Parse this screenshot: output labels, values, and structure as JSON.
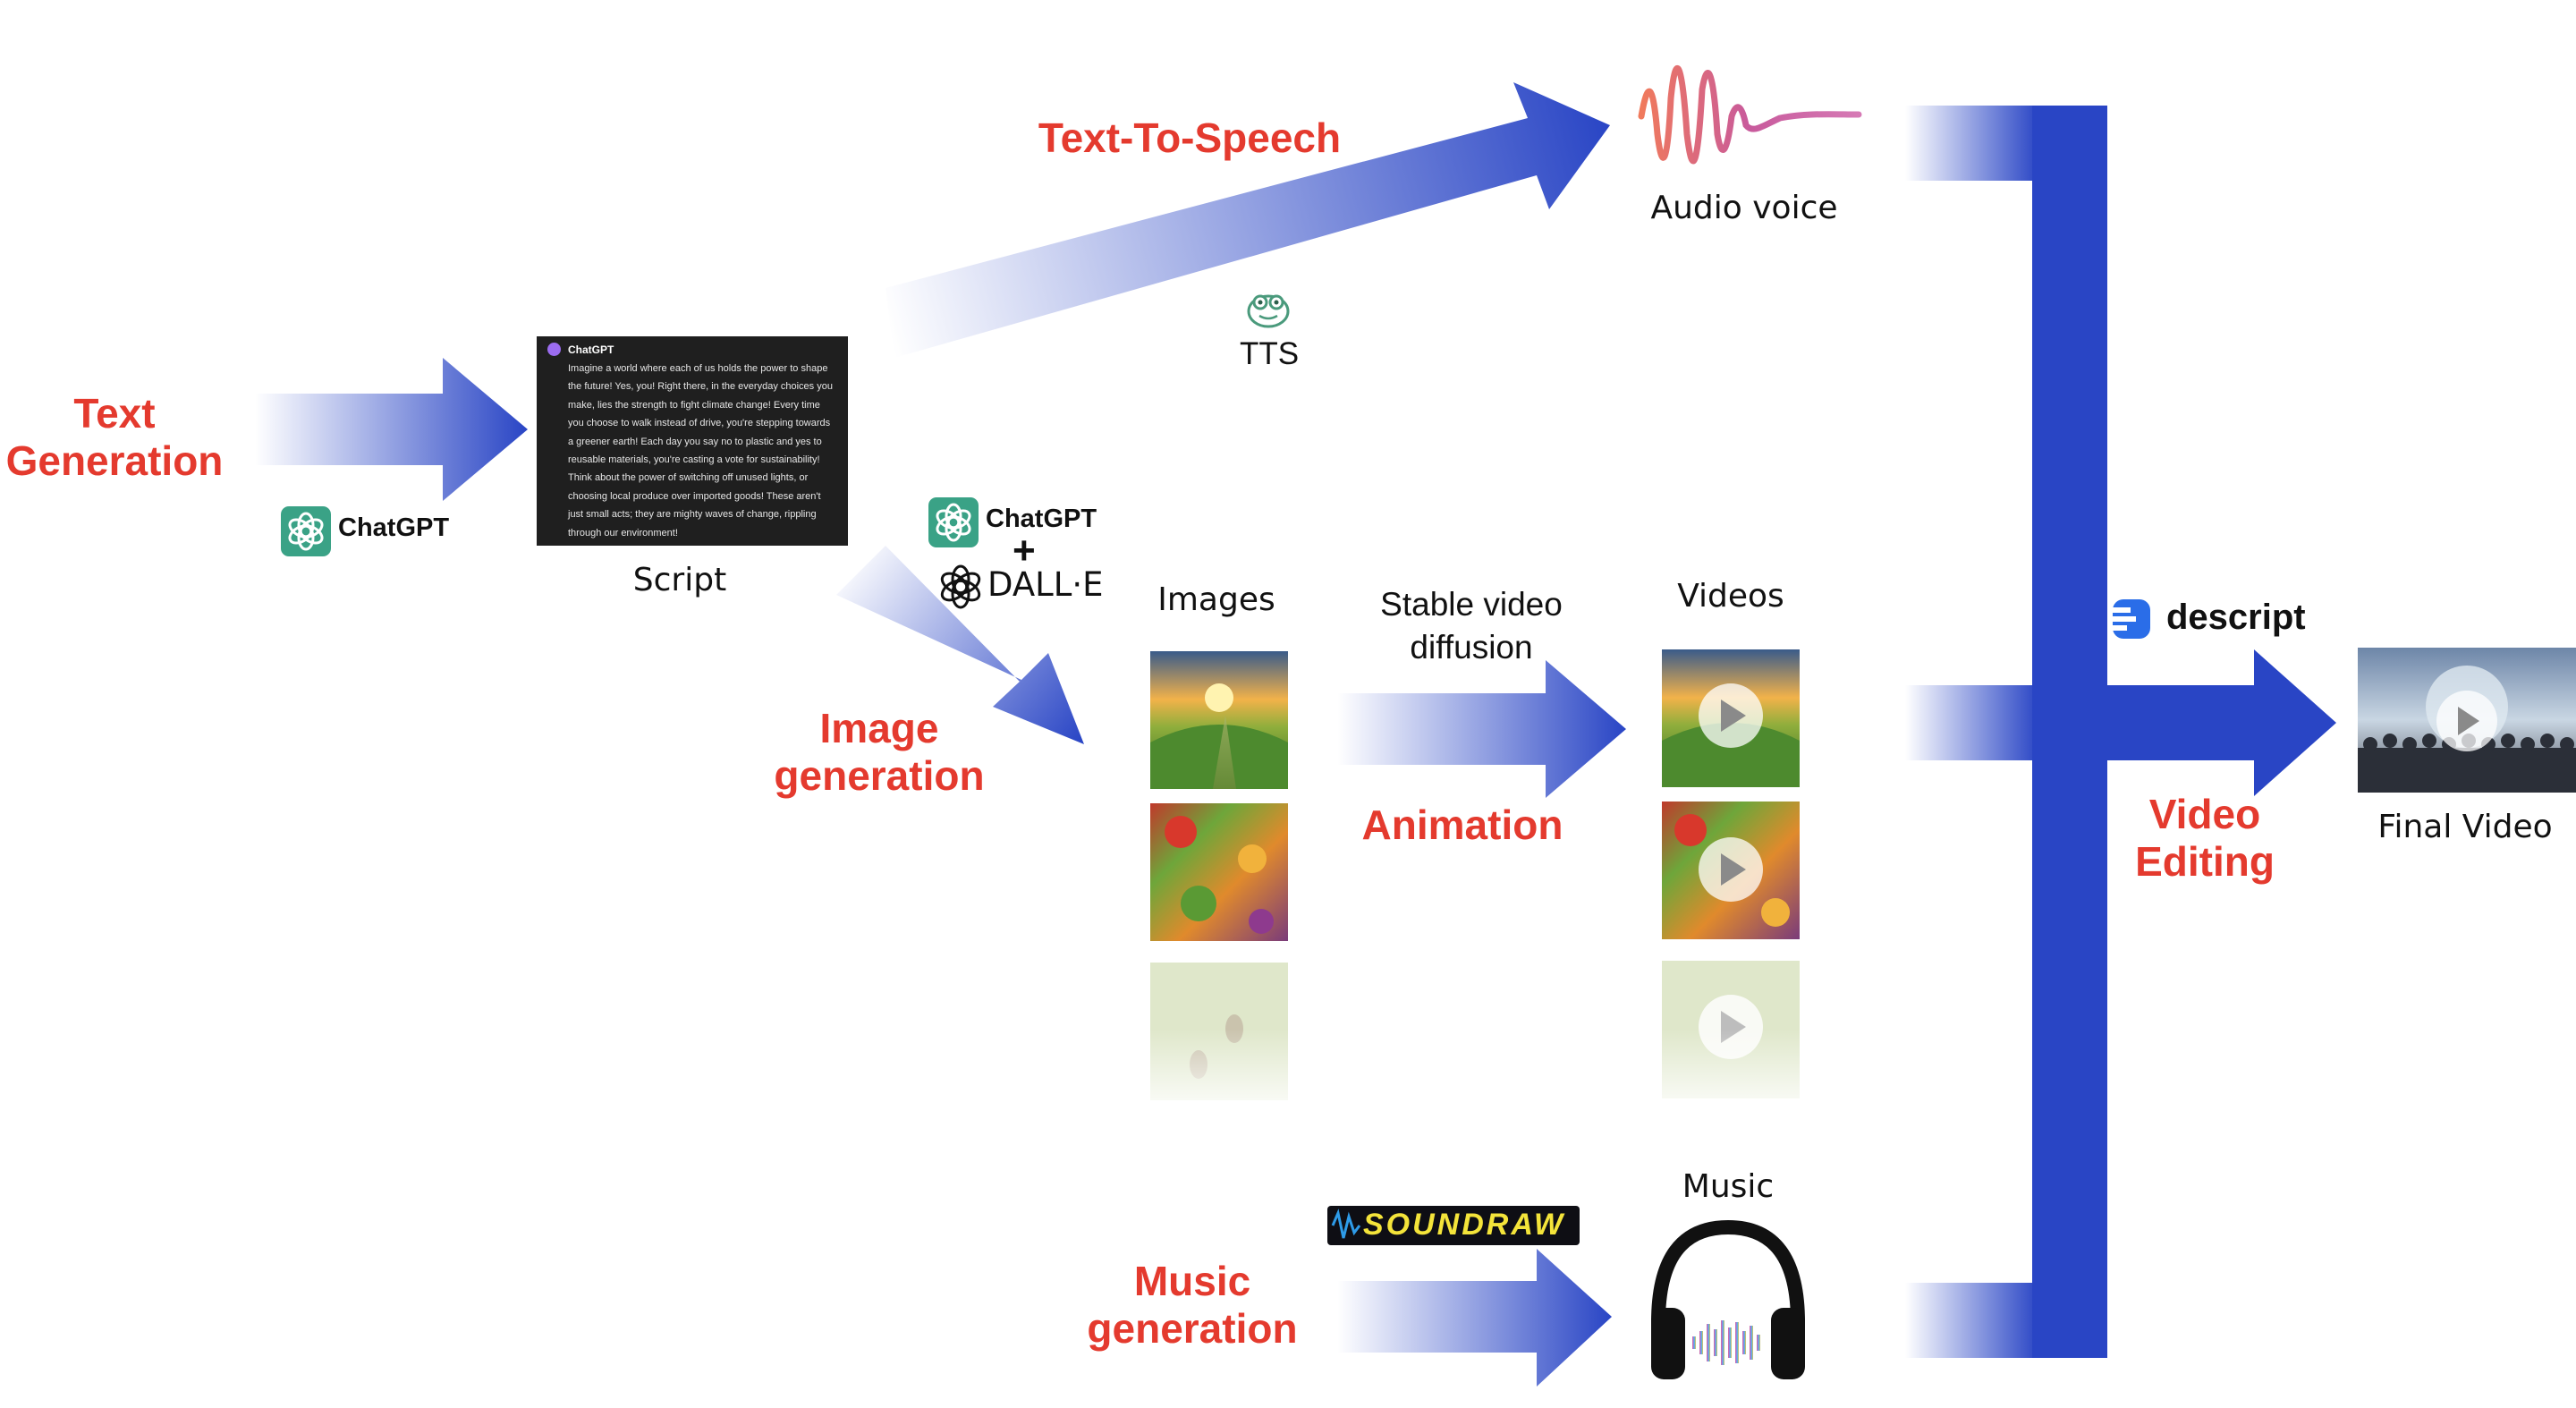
{
  "stages": {
    "text_generation": "Text\nGeneration",
    "text_to_speech": "Text-To-Speech",
    "image_generation": "Image\ngeneration",
    "animation": "Animation",
    "music_generation": "Music\ngeneration",
    "video_editing": "Video\nEditing"
  },
  "captions": {
    "script": "Script",
    "audio_voice": "Audio voice",
    "images": "Images",
    "stable_video_diffusion": "Stable video\ndiffusion",
    "videos": "Videos",
    "music": "Music",
    "final_video": "Final Video"
  },
  "tools": {
    "chatgpt_text": "ChatGPT",
    "chatgpt_image": "ChatGPT",
    "plus": "+",
    "dalle": "DALL·E",
    "tts": "TTS",
    "soundraw": "SOUNDRAW",
    "descript": "descript"
  },
  "script_card": {
    "header": "ChatGPT",
    "body": "Imagine a world where each of us holds the power to shape the future! Yes, you! Right there, in the everyday choices you make, lies the strength to fight climate change! Every time you choose to walk instead of drive, you're stepping towards a greener earth! Each day you say no to plastic and yes to reusable materials, you're casting a vote for sustainability! Think about the power of switching off unused lights, or choosing local produce over imported goods! These aren't just small acts; they are mighty waves of change, rippling through our environment!"
  },
  "colors": {
    "arrow_blue": "#2945c5",
    "label_red": "#e43a2e",
    "chatgpt_green": "#3aa286",
    "script_bg": "#1f1f1f"
  }
}
